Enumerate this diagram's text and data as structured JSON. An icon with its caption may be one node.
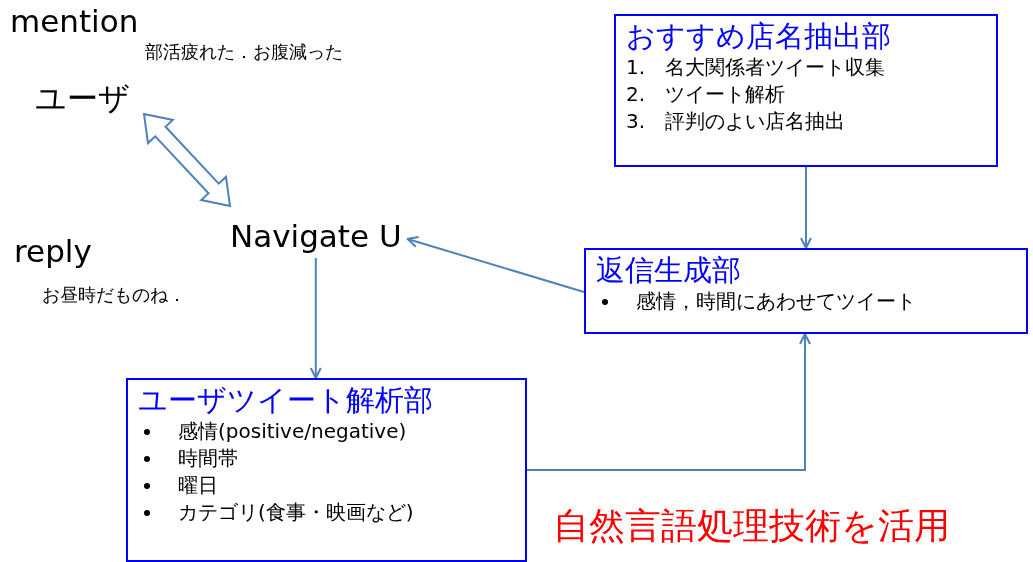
{
  "diagram": {
    "nodes": [
      {
        "text": [
          "ユーザ"
        ]
      },
      {
        "text": [
          "Navigate U"
        ]
      },
      {
        "text": [
          "おすすめ店名抽出部",
          "1.　名大関係者ツイート収集",
          "2.　ツイート解析",
          "3.　評判のよい店名抽出"
        ]
      },
      {
        "text": [
          "返信生成部",
          "感情，時間にあわせてツイート"
        ]
      },
      {
        "text": [
          "ユーザツイート解析部",
          "感情(positive/negative)",
          "時間帯",
          "曜日",
          "カテゴリ(食事・映画など)"
        ]
      }
    ],
    "edges": [
      {
        "from": 0,
        "to": 1,
        "arrow": "both",
        "style": "thick"
      },
      {
        "from": 1,
        "to": 4,
        "arrow": "to"
      },
      {
        "from": 4,
        "to": 3,
        "arrow": "to"
      },
      {
        "from": 2,
        "to": 3,
        "arrow": "to"
      },
      {
        "from": 3,
        "to": 1,
        "arrow": "to"
      }
    ],
    "labels": [
      "mention",
      "部活疲れた．お腹減った",
      "reply",
      "お昼時だものね．",
      "自然言語処理技術を活用"
    ]
  }
}
